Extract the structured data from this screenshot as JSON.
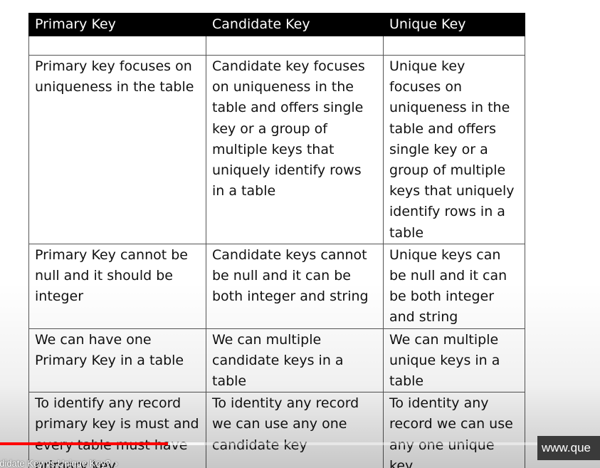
{
  "table": {
    "headers": [
      "Primary Key",
      "Candidate Key",
      "Unique Key"
    ],
    "rows": [
      [
        "",
        "",
        ""
      ],
      [
        "Primary key focuses on uniqueness in the table",
        "Candidate key focuses on uniqueness in the table and offers single key or a group of multiple keys that uniquely identify rows in a table",
        "Unique key focuses on uniqueness in the table and offers single key or a group of multiple keys that uniquely identify rows in a table"
      ],
      [
        "Primary Key cannot be null and it should be integer",
        "Candidate keys cannot be null and it can be both integer and string",
        "Unique keys can be null and it can be both integer and string"
      ],
      [
        "We can have one Primary Key in a table",
        "We can multiple candidate keys in a table",
        "We can multiple unique keys in a table"
      ],
      [
        "To identify any record primary key is must and every table must have primary key",
        "To identity any record we can use any one candidate key",
        "To identity any record we can use any one unique key"
      ]
    ]
  },
  "player": {
    "chapter_title": "ndidate Key vs Unique Key?",
    "chapter_chevron": "›",
    "progress_fraction": 0.28,
    "buffer_fraction": 0.34,
    "colors": {
      "progress": "#ff0000",
      "header_bg": "#000000"
    }
  },
  "watermark": {
    "text": "www.que"
  }
}
